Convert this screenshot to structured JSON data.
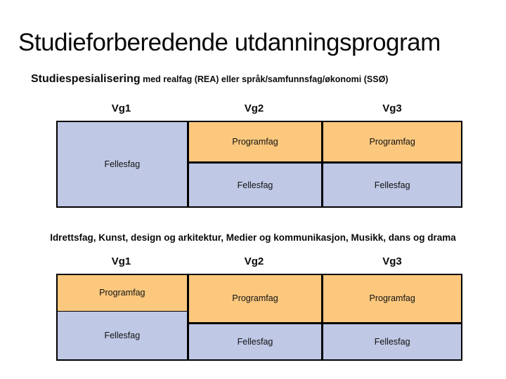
{
  "title": "Studieforberedende utdanningsprogram",
  "section1": {
    "heading_emphasis": "Studiespesialisering",
    "heading_rest": " med realfag (REA) eller språk/samfunnsfag/økonomi (SSØ)",
    "column_headers": [
      "Vg1",
      "Vg2",
      "Vg3"
    ],
    "cells": {
      "vg1": [
        "Fellesfag"
      ],
      "vg2": [
        "Programfag",
        "Fellesfag"
      ],
      "vg3": [
        "Programfag",
        "Fellesfag"
      ]
    }
  },
  "section2": {
    "heading": "Idrettsfag, Kunst, design og arkitektur, Medier og kommunikasjon, Musikk, dans og drama",
    "column_headers": [
      "Vg1",
      "Vg2",
      "Vg3"
    ],
    "cells": {
      "vg1": [
        "Programfag",
        "Fellesfag"
      ],
      "vg2": [
        "Programfag",
        "Fellesfag"
      ],
      "vg3": [
        "Programfag",
        "Fellesfag"
      ]
    }
  },
  "legend_meaning": {
    "programfag_fill_label": "Programfag",
    "fellesfag_fill_label": "Fellesfag"
  },
  "colors": {
    "programfag_fill": "#FCC87E",
    "fellesfag_fill": "#BFC8E5",
    "border": "#000000",
    "title_text": "#0A0A0A"
  }
}
